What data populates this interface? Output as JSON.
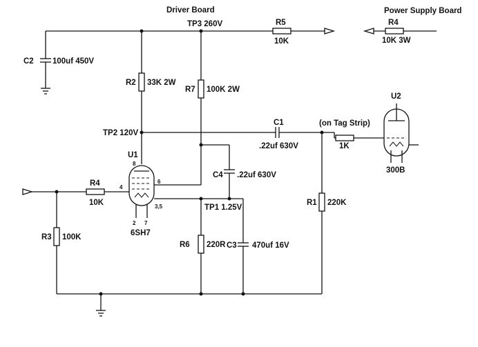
{
  "titles": {
    "driver_board": "Driver Board",
    "power_supply_board": "Power Supply Board"
  },
  "test_points": {
    "tp3": "TP3 260V",
    "tp2": "TP2 120V",
    "tp1": "TP1 1.25V"
  },
  "components": {
    "c2": {
      "ref": "C2",
      "value": "100uf 450V"
    },
    "r5": {
      "ref": "R5",
      "value": "10K"
    },
    "r4_psu": {
      "ref": "R4",
      "value": "10K 3W"
    },
    "r2": {
      "ref": "R2",
      "value": "33K 2W"
    },
    "r7": {
      "ref": "R7",
      "value": "100K 2W"
    },
    "c1": {
      "ref": "C1",
      "value": ".22uf 630V"
    },
    "tag_strip_note": "(on Tag Strip)",
    "grid_stopper": {
      "value": "1K"
    },
    "u2": {
      "ref": "U2",
      "value": "300B"
    },
    "u1": {
      "ref": "U1",
      "value": "6SH7"
    },
    "c4": {
      "ref": "C4",
      "value": ".22uf 630V"
    },
    "r4": {
      "ref": "R4",
      "value": "10K"
    },
    "r3": {
      "ref": "R3",
      "value": "100K"
    },
    "r1": {
      "ref": "R1",
      "value": "220K"
    },
    "r6": {
      "ref": "R6",
      "value": "220R"
    },
    "c3": {
      "ref": "C3",
      "value": "470uf 16V"
    }
  },
  "pins": {
    "p8": "8",
    "p4": "4",
    "p6": "6",
    "p35": "3,5",
    "p2": "2",
    "p7": "7"
  }
}
